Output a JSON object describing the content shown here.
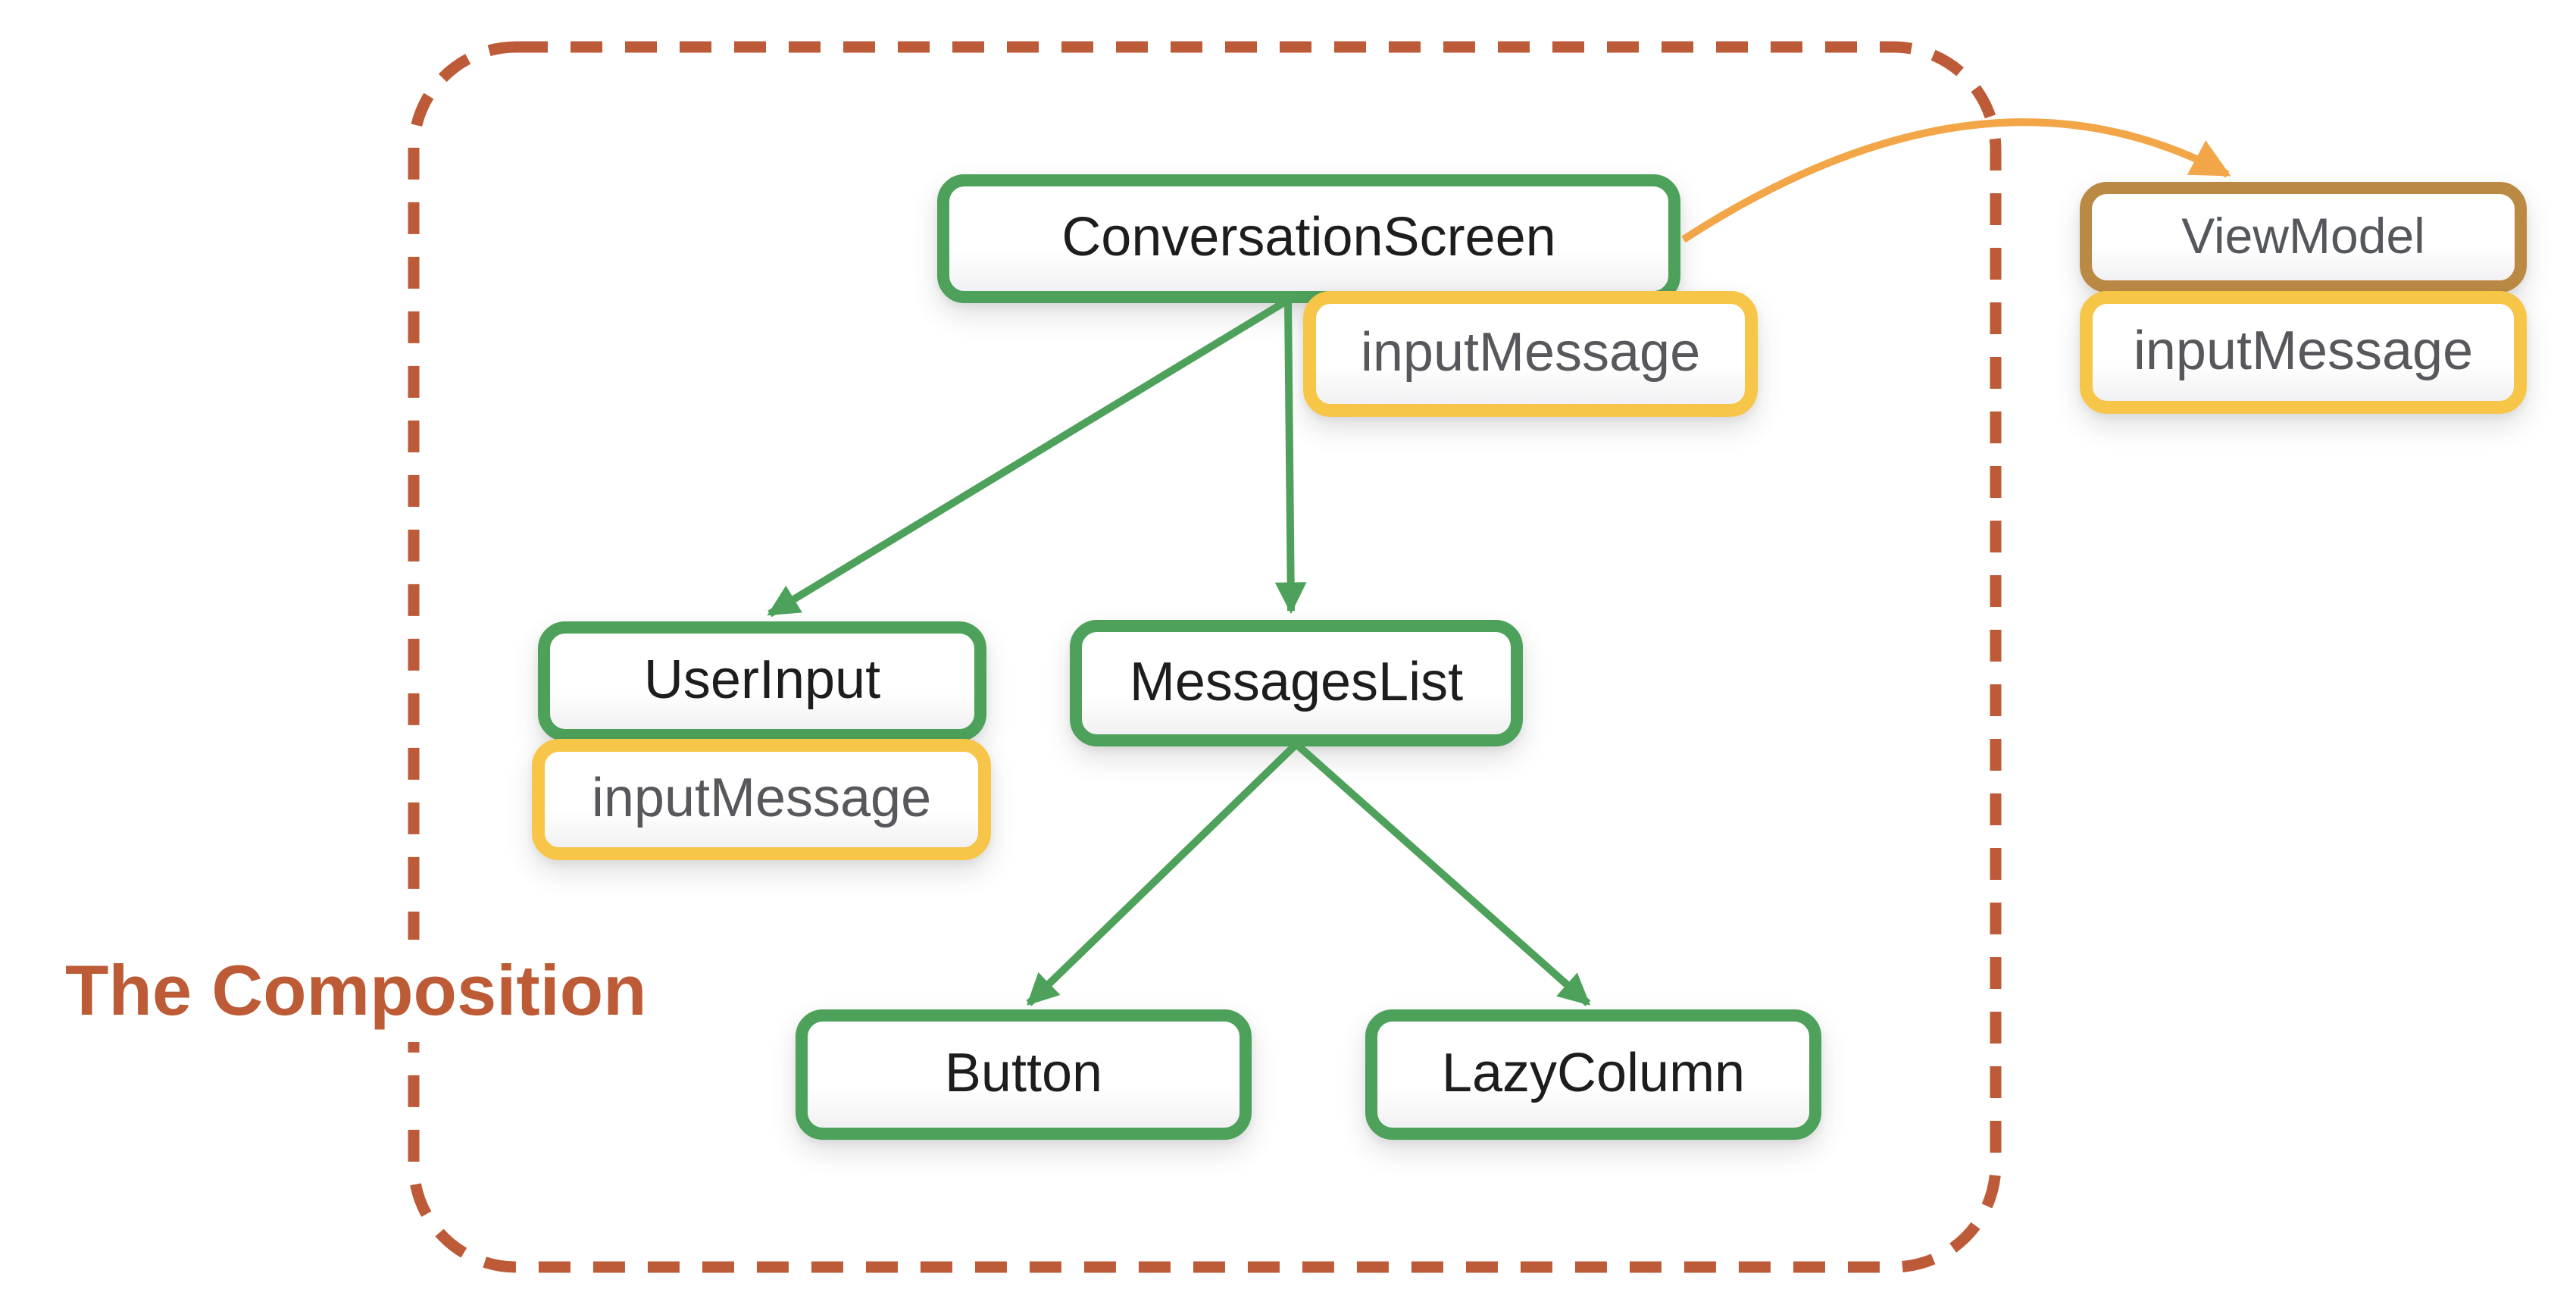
{
  "boundary": {
    "label": "The Composition"
  },
  "nodes": {
    "conversation_screen": {
      "label": "ConversationScreen",
      "kind": "composable"
    },
    "cs_state": {
      "label": "inputMessage",
      "kind": "state"
    },
    "user_input": {
      "label": "UserInput",
      "kind": "composable"
    },
    "ui_state": {
      "label": "inputMessage",
      "kind": "state"
    },
    "messages_list": {
      "label": "MessagesList",
      "kind": "composable"
    },
    "button": {
      "label": "Button",
      "kind": "composable"
    },
    "lazy_column": {
      "label": "LazyColumn",
      "kind": "composable"
    },
    "view_model": {
      "label": "ViewModel",
      "kind": "viewmodel"
    },
    "vm_state": {
      "label": "inputMessage",
      "kind": "state"
    }
  },
  "edges": [
    {
      "from": "ConversationScreen",
      "to": "UserInput",
      "style": "green-arrow"
    },
    {
      "from": "ConversationScreen",
      "to": "MessagesList",
      "style": "green-arrow"
    },
    {
      "from": "MessagesList",
      "to": "Button",
      "style": "green-arrow"
    },
    {
      "from": "MessagesList",
      "to": "LazyColumn",
      "style": "green-arrow"
    },
    {
      "from": "ConversationScreen",
      "to": "ViewModel",
      "style": "orange-curved-arrow"
    }
  ],
  "colors": {
    "composable_border": "#4DA15A",
    "state_border": "#F7C548",
    "viewmodel_border": "#BA8A45",
    "boundary_dash": "#BD5B39",
    "title_text": "#BC5B35",
    "green_arrow": "#4DA15A",
    "orange_arrow": "#F2A648",
    "label_dark": "#1D1D1F",
    "label_gray": "#56585C",
    "background": "#FFFFFF"
  }
}
